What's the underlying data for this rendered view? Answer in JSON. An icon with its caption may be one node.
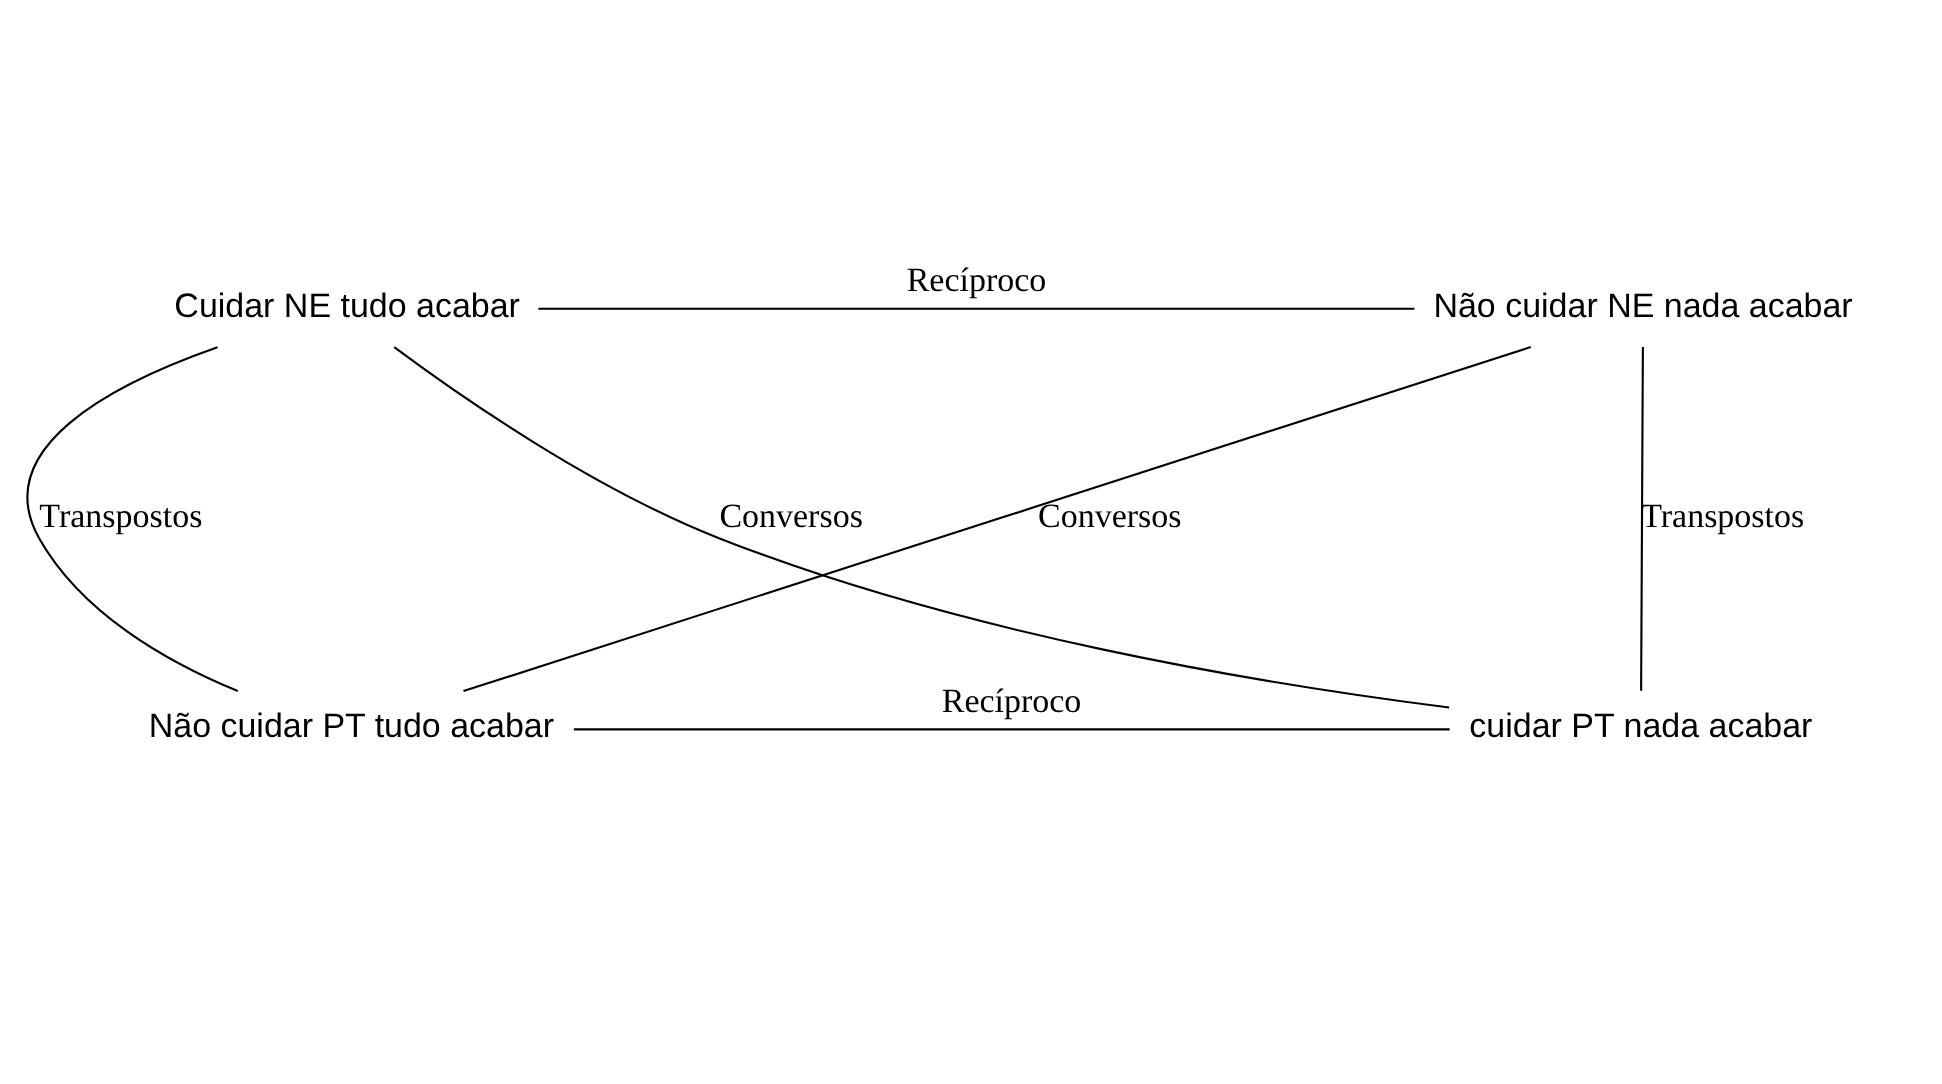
{
  "diagram": {
    "nodes": [
      {
        "text": [
          "Cuidar NE tudo acabar"
        ]
      },
      {
        "text": [
          "Não cuidar NE nada acabar"
        ]
      },
      {
        "text": [
          "Não cuidar PT tudo acabar"
        ]
      },
      {
        "text": [
          "cuidar PT nada acabar"
        ]
      }
    ],
    "edges": [
      {
        "from": 0,
        "to": 1,
        "arrow": "none",
        "label": "Recíproco"
      },
      {
        "from": 0,
        "to": 2,
        "arrow": "none",
        "label": "Transpostos"
      },
      {
        "from": 1,
        "to": 3,
        "arrow": "none",
        "label": "Transpostos"
      },
      {
        "from": 1,
        "to": 2,
        "arrow": "none",
        "label": "Conversos"
      },
      {
        "from": 0,
        "to": 3,
        "arrow": "none",
        "label": "Conversos"
      },
      {
        "from": 2,
        "to": 3,
        "arrow": "none",
        "label": "Recíproco"
      }
    ]
  }
}
